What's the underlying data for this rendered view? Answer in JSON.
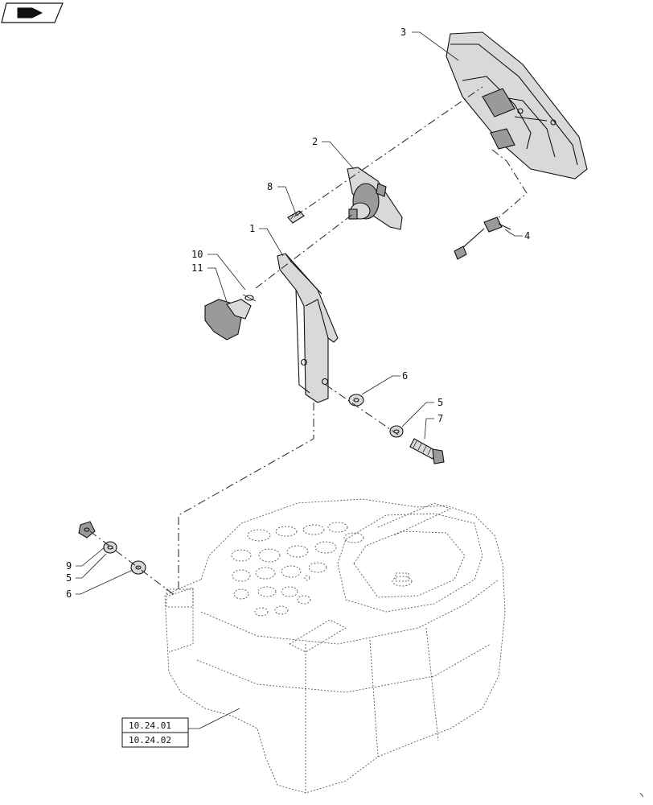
{
  "header": {
    "icon": "arrow-next-page-icon"
  },
  "callouts": {
    "c1": "1",
    "c2": "2",
    "c3": "3",
    "c4": "4",
    "c5a": "5",
    "c5b": "5",
    "c6a": "6",
    "c6b": "6",
    "c7": "7",
    "c8": "8",
    "c9": "9",
    "c10": "10",
    "c11": "11"
  },
  "refs": {
    "r1": "10.24.01",
    "r2": "10.24.02"
  },
  "colors": {
    "stroke": "#111111",
    "shade": "#d9d9d9",
    "dark": "#9a9a9a"
  }
}
